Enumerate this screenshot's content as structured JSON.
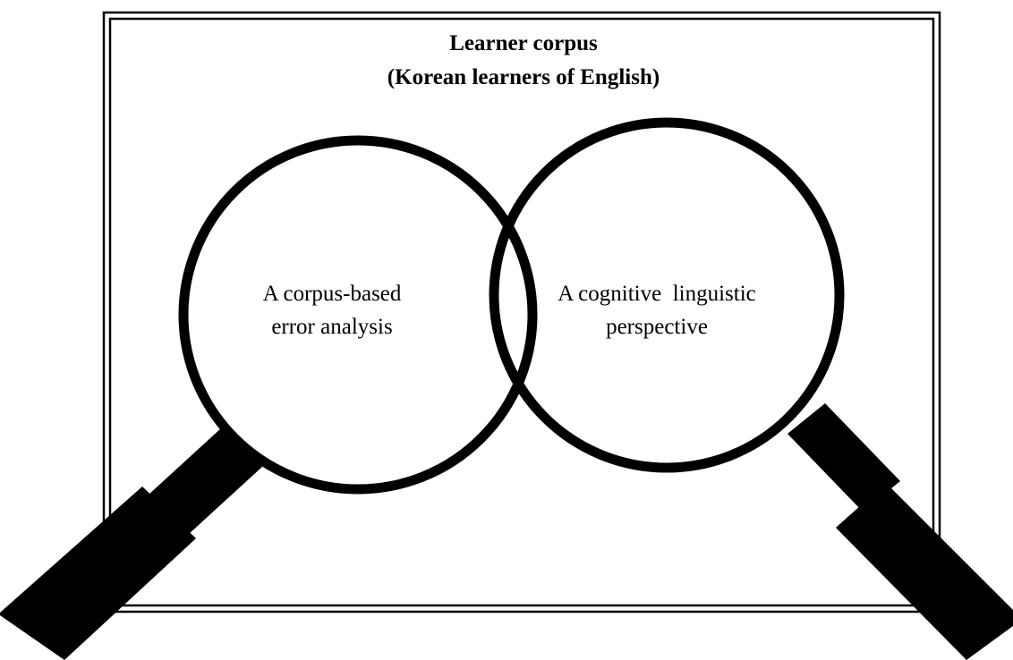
{
  "diagram": {
    "frame_label": {
      "line1": "Learner corpus",
      "line2": "(Korean learners of English)"
    },
    "lenses": [
      {
        "id": "left",
        "line1": "A corpus-based",
        "line2": "error analysis"
      },
      {
        "id": "right",
        "line1": "A cognitive  linguistic",
        "line2": "perspective"
      }
    ],
    "colors": {
      "ink": "#000000",
      "background": "#ffffff"
    },
    "icons": [
      "magnifying-glass-icon",
      "magnifying-glass-icon"
    ]
  }
}
